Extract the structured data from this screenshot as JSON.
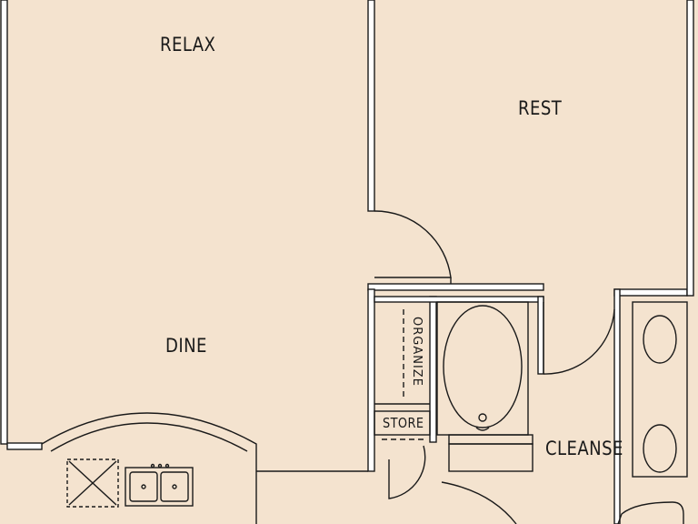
{
  "rooms": {
    "relax": "RELAX",
    "rest": "REST",
    "dine": "DINE",
    "organize": "ORGANIZE",
    "store": "STORE",
    "cleanse": "CLEANSE"
  },
  "colors": {
    "background": "#f4e3cf",
    "wall_fill": "#ffffff",
    "line": "#1a1a1a"
  }
}
